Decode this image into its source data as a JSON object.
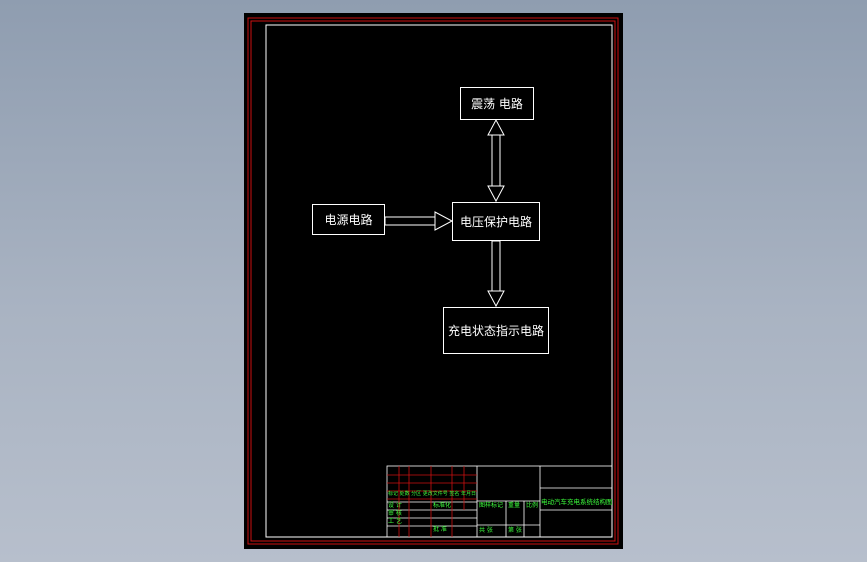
{
  "colors": {
    "sheet": "#000000",
    "border_red": "#cc1111",
    "line_white": "#ffffff",
    "tb_green": "#3dff3d",
    "tb_red": "#cc1111"
  },
  "diagram": {
    "oscillator_label": "震荡 电路",
    "power_label": "电源电路",
    "protection_label": "电压保护电路",
    "indicator_label": "充电状态指示电路"
  },
  "title_block": {
    "drawing_title": "电动汽车充电系统结构图",
    "drawing_no": "图样标记",
    "weight_label": "重量",
    "scale_label": "比例",
    "sheet_label": "共 张",
    "sheet_of": "第 张",
    "design": "设 计",
    "check": "审 核",
    "process": "工 艺",
    "approve": "批 准",
    "standardize": "标准化",
    "mark_row": "标记 处数 分区 更改文件号 签名 年月日"
  }
}
